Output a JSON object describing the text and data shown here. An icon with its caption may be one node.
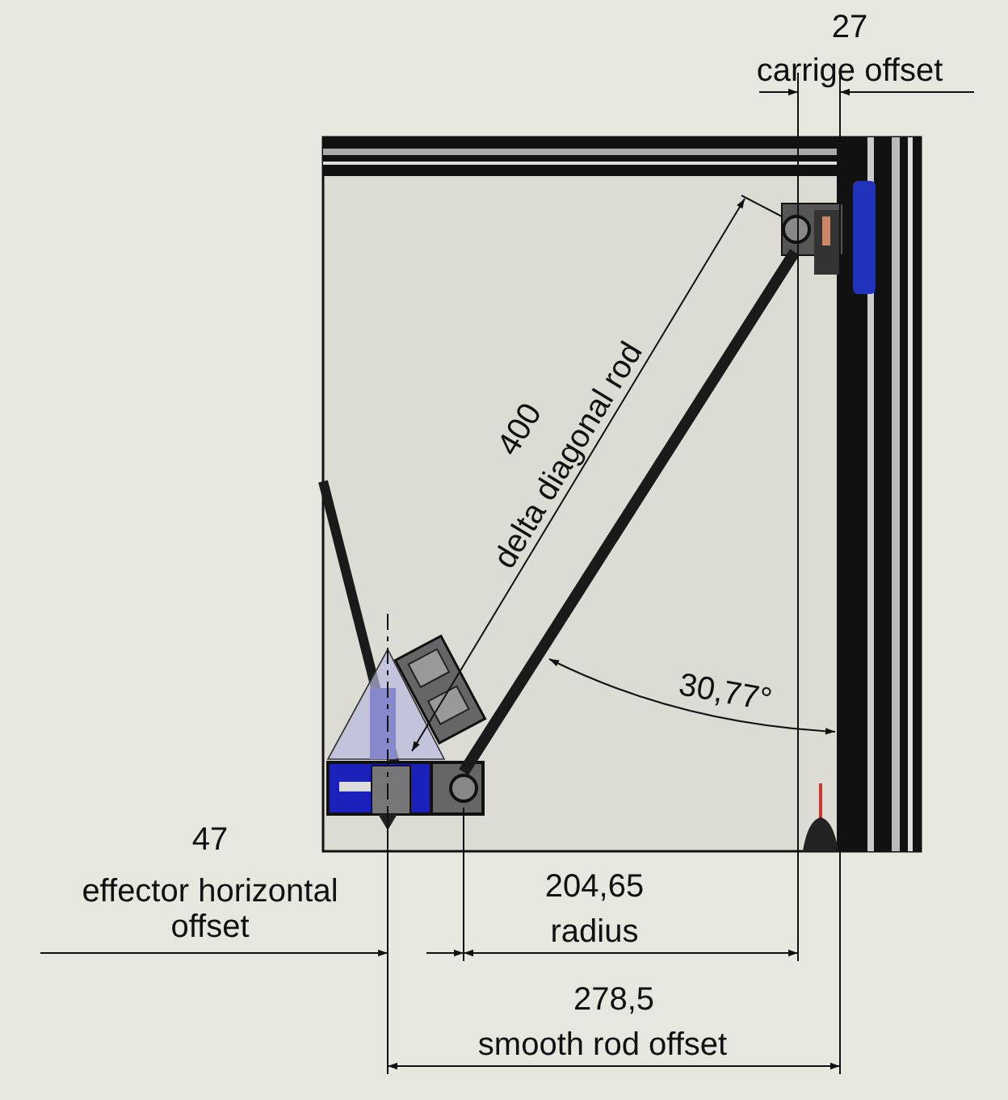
{
  "diagram": {
    "labels": [
      "27",
      "carrige offset",
      "400",
      "delta diagonal rod",
      "30,77°",
      "47",
      "effector horizontal offset",
      "204,65",
      "radius",
      "278,5",
      "smooth rod offset"
    ]
  }
}
